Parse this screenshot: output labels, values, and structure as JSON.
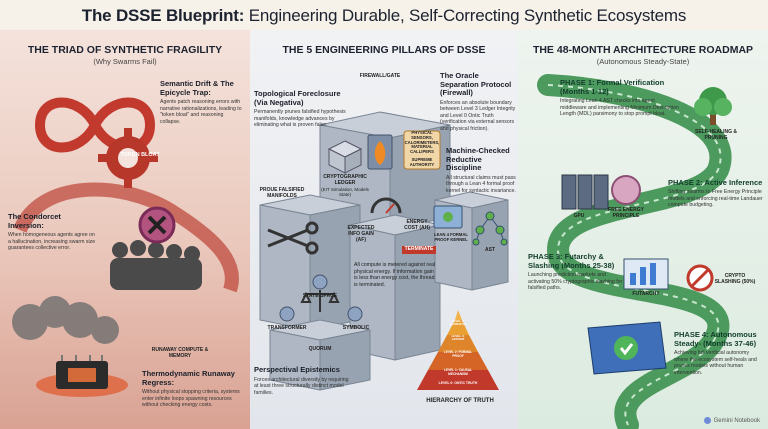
{
  "title": {
    "bold": "The DSSE Blueprint:",
    "rest": " Engineering Durable, Self-Correcting Synthetic Ecosystems"
  },
  "left": {
    "title": "THE TRIAD OF SYNTHETIC FRAGILITY",
    "subtitle": "(Why Swarms Fail)",
    "token_blast": "TOKEN BLOAT",
    "drift": {
      "title": "Semantic Drift & The Epicycle Trap:",
      "body": "Agents patch reasoning errors with narrative rationalizations, leading to \"token bloat\" and reasoning collapse."
    },
    "condorcet": {
      "title": "The Condorcet Inversion:",
      "body": "When homogeneous agents agree on a hallucination, increasing swarm size guarantees collective error."
    },
    "runaway_label": "RUNAWAY COMPUTE & MEMORY",
    "runaway": {
      "title": "Thermodynamic Runaway Regress:",
      "body": "Without physical stopping criteria, systems enter infinite loops spawning resources without checking energy costs."
    }
  },
  "mid": {
    "title": "THE 5 ENGINEERING PILLARS OF DSSE",
    "foreclosure": {
      "title": "Topological Foreclosure (Via Negativa)",
      "body": "Permanently prunes falsified hypothesis manifolds, knowledge advances by eliminating what is proven false."
    },
    "firewall": "FIREWALL/GATE",
    "oracle": {
      "title": "The Oracle Separation Protocol (Firewall)",
      "body": "Enforces an absolute boundary between Level 3 Ledger Integrity and Level 0 Ontic Truth (verification via external sensors and physical friction)."
    },
    "ledger": {
      "title": "CRYPTOGRAPHIC LEDGER",
      "sub": "(EIT Simulation, Models State)"
    },
    "physical": [
      "PHYSICAL SENSORS,",
      "CALORIMETERS,",
      "MATERIAL",
      "CALLIPERS"
    ],
    "supreme": "SUPREME AUTHORITY",
    "proof": "PROUE FALSIFIED MANIFOLDS",
    "machine": {
      "title": "Machine-Checked Reductive Discipline",
      "body": "All structural claims must pass through a Lean 4 formal proof kernel for syntactic invariance."
    },
    "expected": "EXPECTED INFO GAIN (AF)",
    "energy": "ENERGY COST (AH)",
    "terminate": "TERMINATE",
    "lean": "LEAN 4 FORMAL PROOF KERNEL",
    "ast": "AST",
    "compute_note": "All compute is metered against real physical energy. If information gain is less than energy cost, the thread is terminated.",
    "state_space": "STATE-SPACE",
    "transformer": "TRANSFORMER",
    "symbolic": "SYMBOLIC",
    "quorum": "QUORUM",
    "epistemic": {
      "title": "Perspectival Epistemics",
      "body": "Forces architectural diversity by requiring at least three structurally distinct model families."
    },
    "levels": [
      "LEVEL 0: ONTIC TRUTH",
      "LEVEL 1: CAUSAL MECHANISM",
      "LEVEL 2: FORMAL PROOF",
      "LEVEL 3: LEDGER",
      "LEVEL 4: NARRATIVE"
    ],
    "hierarchy": "HIERARCHY OF TRUTH"
  },
  "right": {
    "title": "THE 48-MONTH ARCHITECTURE ROADMAP",
    "subtitle": "(Autonomous Steady-State)",
    "p1": {
      "title": "PHASE 1: Formal Verification (Months 1-12)",
      "body": "Integrating Lean 4 AST checks into agent middleware and implementing Minimum Description Length (MDL) parsimony to stop prompt bloat."
    },
    "healing": "SELF-HEALING & PRUNING",
    "gpu": "GPU",
    "fep": "FREE ENERGY PRINCIPLE",
    "p2": {
      "title": "PHASE 2: Active Inference",
      "body": "Shifting swarms to Free Energy Principle models and enforcing real-time Landauer compute budgeting."
    },
    "p3": {
      "title": "PHASE 3: Futarchy & Slashing (Months 25-38)",
      "body": "Launching prediction markets and activating 50% cryptographic slashing for falsified paths."
    },
    "futarchy": "FUTARCHY",
    "slashing": "CRYPTO SLASHING (50%)",
    "p4": {
      "title": "PHASE 4: Autonomous Steady- (Months 37-46)",
      "body": "Achieving full verificial autonomy where the ecosystem self-heals and prunes models without human intervention."
    }
  },
  "footer": "Gemini Notebook"
}
